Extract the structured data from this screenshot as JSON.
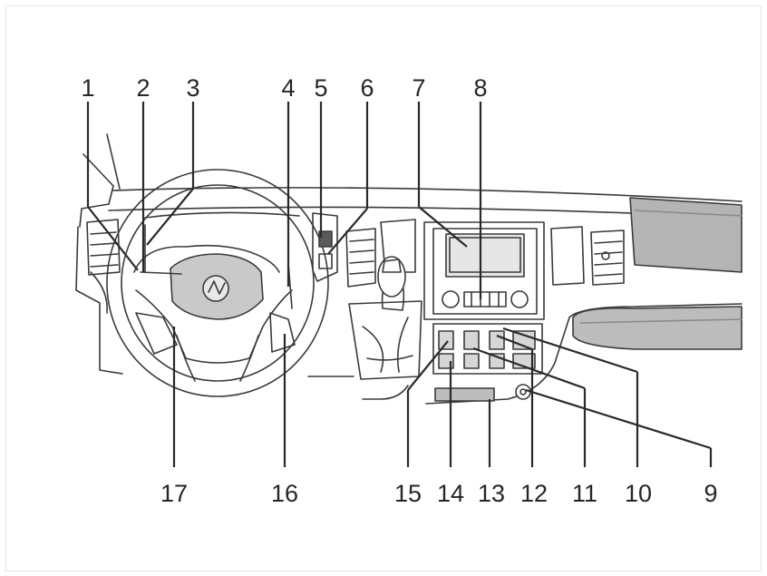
{
  "diagram": {
    "labels_top": [
      "1",
      "2",
      "3",
      "4",
      "5",
      "6",
      "7",
      "8"
    ],
    "labels_bottom": [
      "17",
      "16",
      "15",
      "14",
      "13",
      "12",
      "11",
      "10",
      "9"
    ]
  }
}
